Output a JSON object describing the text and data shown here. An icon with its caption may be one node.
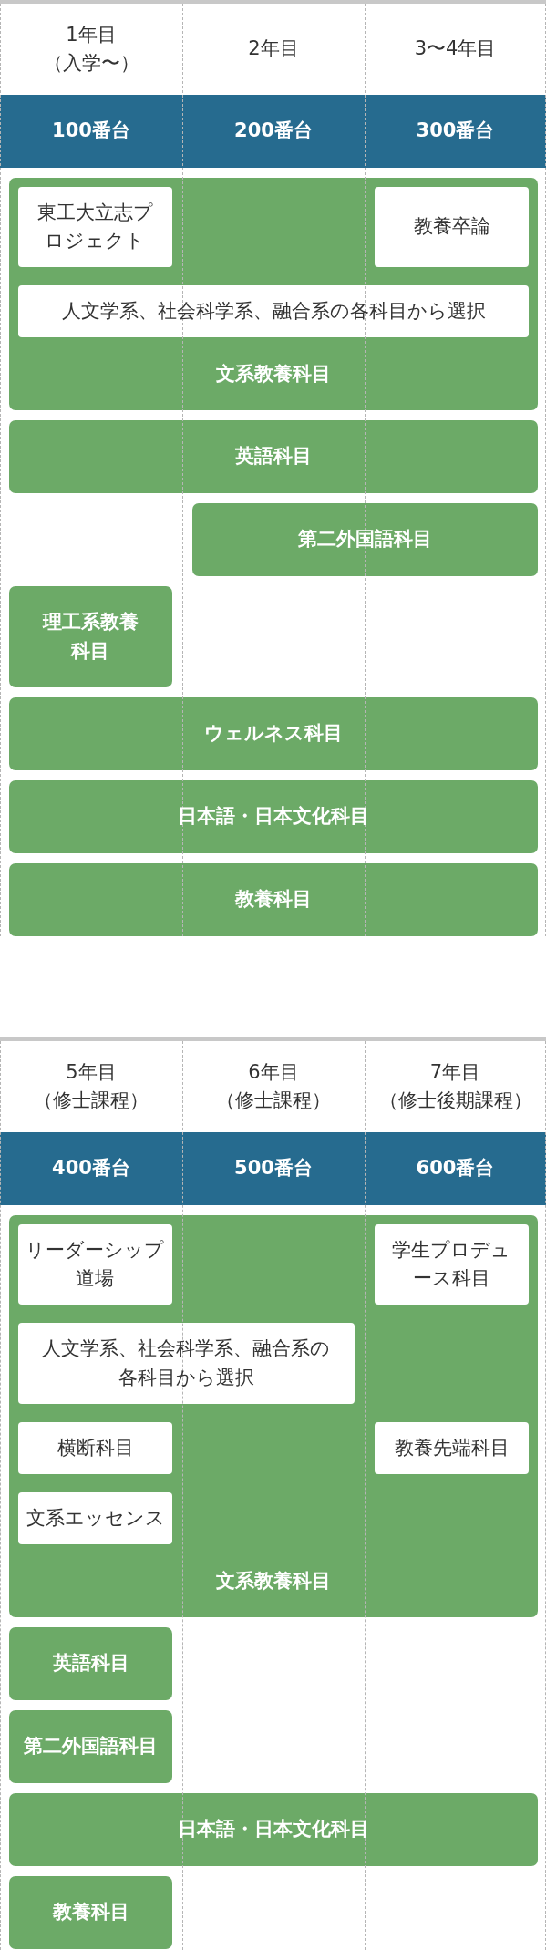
{
  "diagram": {
    "nodes": [
      {
        "text": [
          "100番台"
        ]
      },
      {
        "text": [
          "200番台"
        ]
      },
      {
        "text": [
          "300番台"
        ]
      },
      {
        "text": [
          "文系教養科目"
        ]
      },
      {
        "text": [
          "東工大立志プロジェクト"
        ],
        "in": 3
      },
      {
        "text": [
          "教養卒論"
        ],
        "in": 3
      },
      {
        "text": [
          "人文学系、社会科学系、融合系の各科目から選択"
        ],
        "in": 3
      },
      {
        "text": [
          "英語科目"
        ]
      },
      {
        "text": [
          "第二外国語科目"
        ]
      },
      {
        "text": [
          "理工系教養科目"
        ]
      },
      {
        "text": [
          "ウェルネス科目"
        ]
      },
      {
        "text": [
          "日本語・日本文化科目"
        ]
      },
      {
        "text": [
          "教養科目"
        ]
      },
      {
        "text": [
          "400番台"
        ]
      },
      {
        "text": [
          "500番台"
        ]
      },
      {
        "text": [
          "600番台"
        ]
      },
      {
        "text": [
          "文系教養科目"
        ]
      },
      {
        "text": [
          "リーダーシップ道場"
        ],
        "in": 16
      },
      {
        "text": [
          "学生プロデュース科目"
        ],
        "in": 16
      },
      {
        "text": [
          "人文学系、社会科学系、融合系の各科目から選択"
        ],
        "in": 16
      },
      {
        "text": [
          "横断科目"
        ],
        "in": 16
      },
      {
        "text": [
          "教養先端科目"
        ],
        "in": 16
      },
      {
        "text": [
          "文系エッセンス"
        ],
        "in": 16
      },
      {
        "text": [
          "英語科目"
        ]
      },
      {
        "text": [
          "第二外国語科目"
        ]
      },
      {
        "text": [
          "日本語・日本文化科目"
        ]
      },
      {
        "text": [
          "教養科目"
        ]
      }
    ],
    "labels": [
      "1年目（入学〜）",
      "2年目",
      "3〜4年目",
      "5年目（修士課程）",
      "6年目（修士課程）",
      "7年目（修士後期課程）"
    ]
  }
}
